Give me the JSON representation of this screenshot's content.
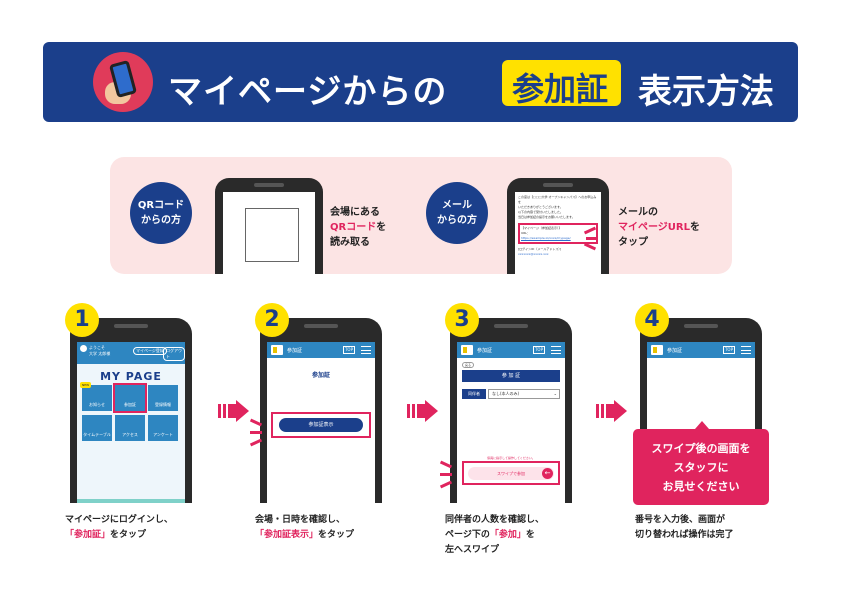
{
  "header": {
    "title_part1": "マイページからの",
    "title_highlight": "参加証",
    "title_part2": "表示方法"
  },
  "methods": {
    "qr": {
      "circle": [
        "QRコード",
        "からの方"
      ],
      "desc_line1": "会場にある",
      "desc_red": "QRコード",
      "desc_tail": "を",
      "desc_line3": "読み取る"
    },
    "mail": {
      "circle": [
        "メール",
        "からの方"
      ],
      "desc_line1": "メールの",
      "desc_red": "マイページURL",
      "desc_tail": "を",
      "desc_line3": "タップ",
      "screen_lines": [
        "この度は【□□□大学 オープンキャンパス】へのお申込みを",
        "いただきありがとうございます。",
        "以下の内容で受付いたしました。",
        "当日は参加証の提示をお願いいたします。"
      ],
      "url_label": "【マイページ（参加証表示）】",
      "url_sub": "URL：",
      "url_link": "https://example.lo/xxxx/mypage/",
      "login_label": "[ログインID（メールアドレス）]",
      "login_value": "xxxxxxx@xxxxx.xxx"
    }
  },
  "steps": [
    {
      "num": "1",
      "screen": {
        "welcome": "ようこそ",
        "user": "大学 太郎様",
        "btn1": "マイページ登録",
        "btn2": "ログアウト",
        "heading": "MY PAGE",
        "new_badge": "NEW",
        "tiles": [
          "お知らせ",
          "参加証",
          "登録情報",
          "タイムテーブル",
          "アクセス",
          "アンケート"
        ]
      },
      "caption_line1": "マイページにログインし、",
      "caption_red": "「参加証」",
      "caption_tail": "をタップ"
    },
    {
      "num": "2",
      "screen": {
        "bar_title": "参加証",
        "top": "TOP",
        "heading": "参加証",
        "button": "参加証表示"
      },
      "caption_line1": "会場・日時を確認し、",
      "caption_red": "「参加証表示」",
      "caption_tail": "をタップ"
    },
    {
      "num": "3",
      "screen": {
        "bar_title": "参加証",
        "top": "TOP",
        "back": "戻る",
        "card_title": "参 加 証",
        "companion_label": "同伴者",
        "companion_value": "なし(本人のみ)",
        "notice": "係員に指示して操作してください。",
        "swipe": "スワイプで参加"
      },
      "caption_line1": "同伴者の人数を確認し、",
      "caption_line2": "ページ下の",
      "caption_red": "「参加」",
      "caption_tail": "を",
      "caption_line3": "左へスワイプ"
    },
    {
      "num": "4",
      "screen": {
        "bar_title": "参加証",
        "top": "TOP",
        "bubble": [
          "スワイプ後の画面を",
          "スタッフに",
          "お見せください"
        ]
      },
      "caption_line1": "番号を入力後、画面が",
      "caption_line2": "切り替われば操作は完了"
    }
  ],
  "colors": {
    "navy": "#1b3f8b",
    "yellow": "#ffe100",
    "pink": "#e0245e",
    "panel": "#fce4e4",
    "app_blue": "#2e86c1"
  }
}
